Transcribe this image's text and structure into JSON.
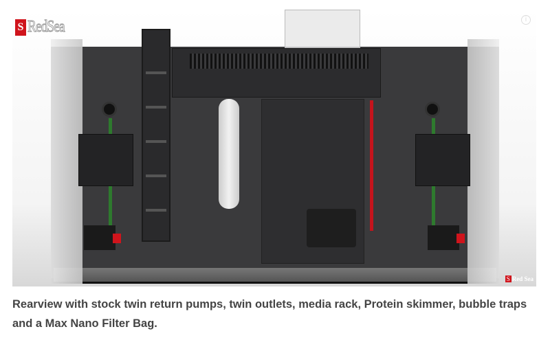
{
  "video": {
    "logo_text": "RedSea",
    "watermark_text": "Red Sea",
    "info_icon": "i"
  },
  "caption": "Rearview with stock twin return pumps, twin outlets, media rack, Protein skimmer, bubble traps and a Max Nano Filter Bag."
}
